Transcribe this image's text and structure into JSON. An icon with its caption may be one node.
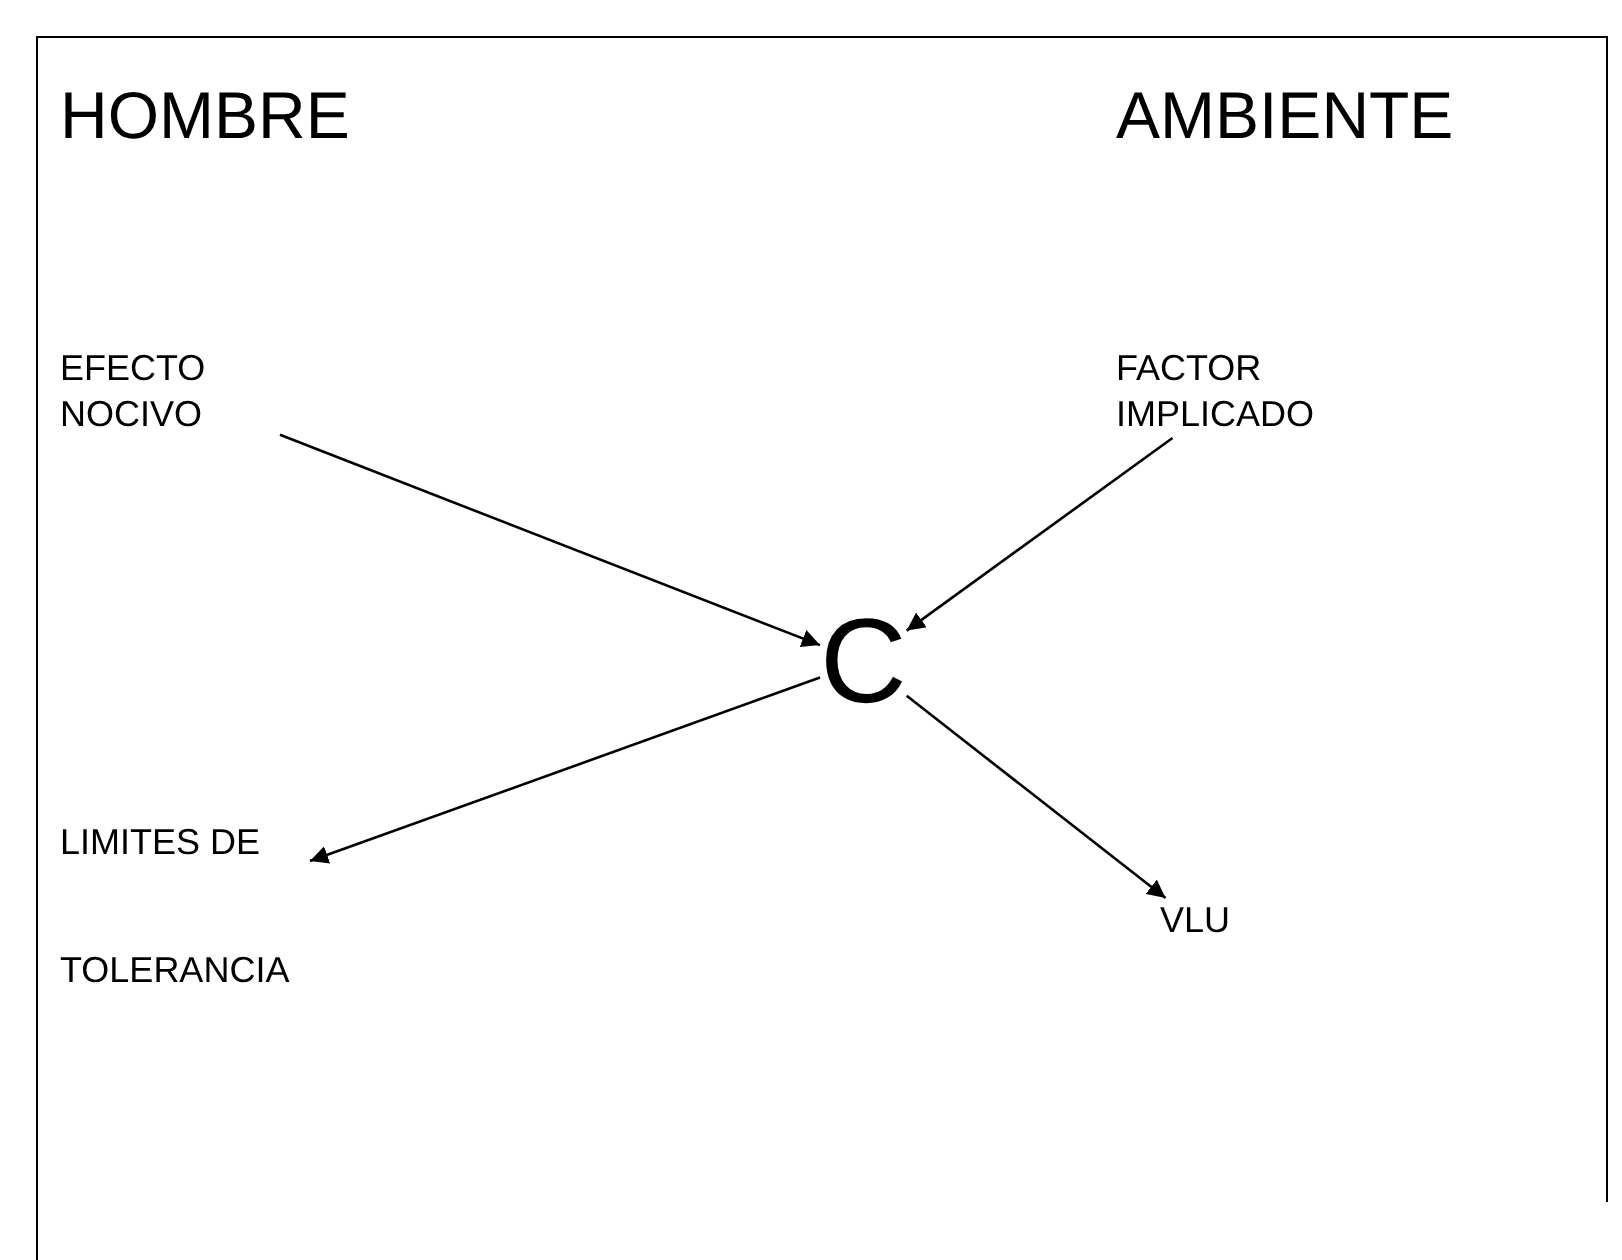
{
  "diagram": {
    "nodes": [
      {
        "text": [
          "HOMBRE"
        ]
      },
      {
        "text": [
          "AMBIENTE"
        ]
      },
      {
        "text": [
          "EFECTO NOCIVO"
        ]
      },
      {
        "text": [
          "FACTOR IMPLICADO"
        ]
      },
      {
        "text": [
          "C"
        ]
      },
      {
        "text": [
          "LIMITES DE TOLERANCIA"
        ]
      },
      {
        "text": [
          "VLU"
        ]
      }
    ],
    "edges": [
      {
        "from": 2,
        "to": 4,
        "arrow": "to"
      },
      {
        "from": 3,
        "to": 4,
        "arrow": "to"
      },
      {
        "from": 4,
        "to": 5,
        "arrow": "to"
      },
      {
        "from": 4,
        "to": 6,
        "arrow": "to"
      }
    ]
  }
}
